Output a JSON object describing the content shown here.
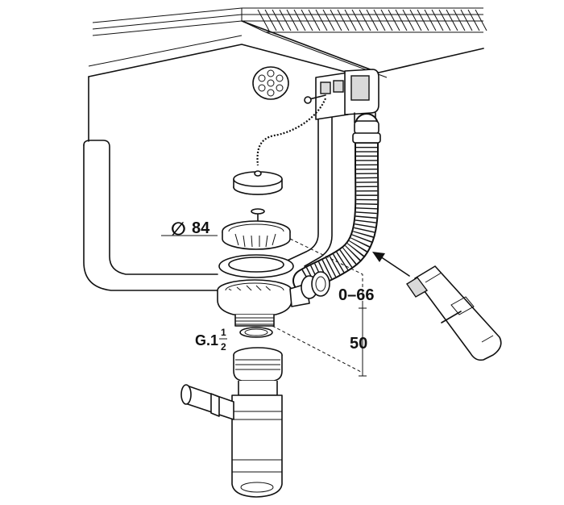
{
  "labels": {
    "diameter_symbol": "∅",
    "diameter_value": "84",
    "adjust_range": "0–66",
    "height": "50",
    "thread_prefix": "G.1",
    "thread_num": "1",
    "thread_den": "2"
  },
  "colors": {
    "line": "#111111",
    "fill": "#ffffff",
    "shade": "#d9d9d9"
  }
}
